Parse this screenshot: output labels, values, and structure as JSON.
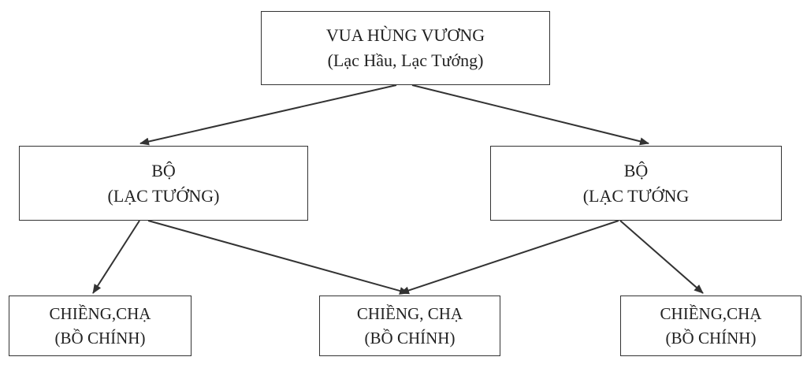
{
  "nodes": {
    "top": {
      "line1": "VUA HÙNG VƯƠNG",
      "line2": "(Lạc Hầu, Lạc Tướng)"
    },
    "left": {
      "line1": "BỘ",
      "line2": "(LẠC TƯỚNG)"
    },
    "right": {
      "line1": "BỘ",
      "line2": "(LẠC TƯỚNG"
    },
    "bottom_left": {
      "line1": "CHIỀNG,CHẠ",
      "line2": "(BỒ CHÍNH)"
    },
    "bottom_mid": {
      "line1": "CHIỀNG, CHẠ",
      "line2": "(BỒ CHÍNH)"
    },
    "bottom_right": {
      "line1": "CHIỀNG,CHẠ",
      "line2": "(BỒ CHÍNH)"
    }
  },
  "edges": [
    {
      "from": "top",
      "to": "left"
    },
    {
      "from": "top",
      "to": "right"
    },
    {
      "from": "left",
      "to": "bottom_left"
    },
    {
      "from": "left",
      "to": "bottom_mid"
    },
    {
      "from": "right",
      "to": "bottom_mid"
    },
    {
      "from": "right",
      "to": "bottom_right"
    }
  ],
  "colors": {
    "line": "#333333",
    "text": "#222222",
    "background": "#ffffff"
  }
}
